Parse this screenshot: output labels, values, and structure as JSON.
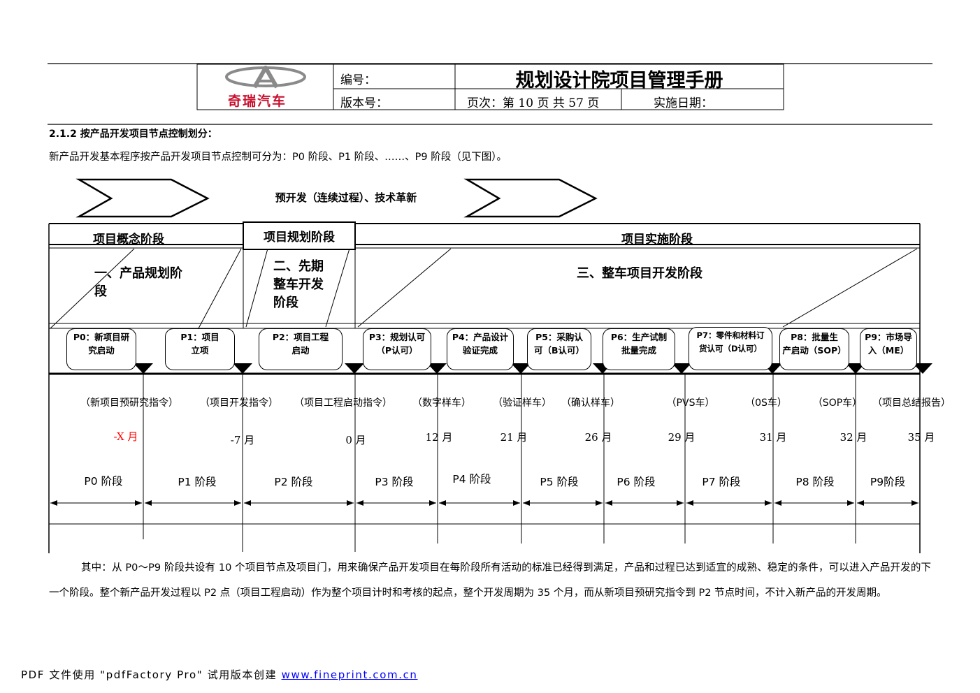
{
  "header": {
    "logo_text": "奇瑞汽车",
    "doc_no_label": "编号：",
    "title": "规划设计院项目管理手册",
    "version_label": "版本号：",
    "page_info": "页次：第 10 页  共 57 页",
    "impl_date_label": "实施日期："
  },
  "section": {
    "heading": "2.1.2 按产品开发项目节点控制划分：",
    "intro": "新产品开发基本程序按产品开发项目节点控制可分为：P0 阶段、P1 阶段、……、P9 阶段（见下图）。"
  },
  "diagram": {
    "banner": "预开发（连续过程）、技术革新",
    "stages": [
      "项目概念阶段",
      "项目规划阶段",
      "项目实施阶段"
    ],
    "sub_stages": [
      "一、产品规划阶\n段",
      "二、先期\n整车开发\n阶段",
      "三、整车项目开发阶段"
    ],
    "nodes": [
      "P0：新项目研\n究启动",
      "P1：项目\n立项",
      "P2：项目工程\n启动",
      "P3：规划认可\n（P认可）",
      "P4：产品设计\n验证完成",
      "P5：采购认\n可（B认可）",
      "P6：生产试制\n批量完成",
      "P7：零件和材料订\n货认可（D认可）",
      "P8：批量生\n产启动（SOP）",
      "P9：市场导\n入（ME）"
    ],
    "deliverables": [
      "（新项目预研究指令）",
      "（项目开发指令）",
      "（项目工程启动指令）",
      "（数字样车）",
      "（验证样车）",
      "（确认样车）",
      "（PVS车）",
      "（0S车）",
      "（SOP车）",
      "（项目总结报告）"
    ],
    "months": [
      "-X 月",
      "-7 月",
      "0 月",
      "12 月",
      "21 月",
      "26 月",
      "29 月",
      "31 月",
      "32 月",
      "35 月"
    ],
    "phases": [
      "P0 阶段",
      "P1 阶段",
      "P2 阶段",
      "P3 阶段",
      "P4 阶段",
      "P5 阶段",
      "P6 阶段",
      "P7 阶段",
      "P8 阶段",
      "P9阶段"
    ],
    "highlight_color": "#ff0000"
  },
  "paragraph": "其中：从 P0～P9 阶段共设有 10 个项目节点及项目门，用来确保产品开发项目在每阶段所有活动的标准已经得到满足，产品和过程已达到适宜的成熟、稳定的条件，可以进入产品开发的下一个阶段。整个新产品开发过程以 P2 点（项目工程启动）作为整个项目计时和考核的起点，整个开发周期为 35 个月，而从新项目预研究指令到 P2 节点时间，不计入新产品的开发周期。",
  "footer": {
    "text": "PDF 文件使用 \"pdfFactory Pro\" 试用版本创建 ",
    "link": "www.fineprint.com.cn",
    "link_color": "#0000ff"
  }
}
